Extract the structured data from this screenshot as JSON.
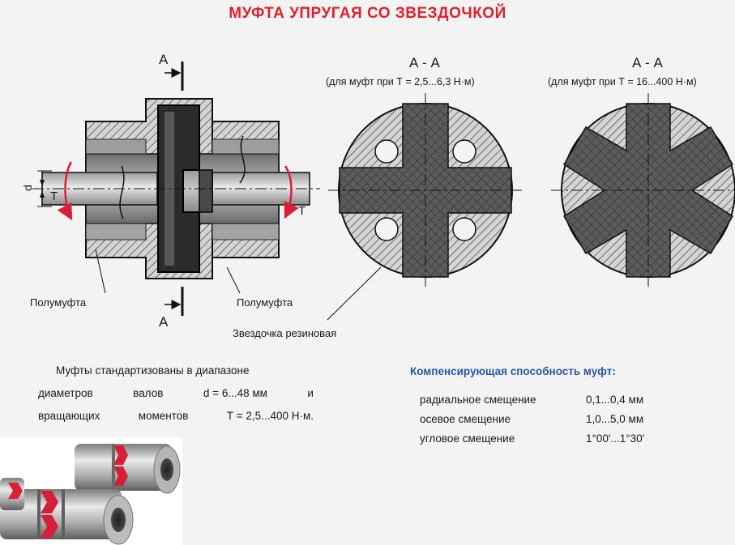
{
  "title": "МУФТА УПРУГАЯ СО ЗВЕЗДОЧКОЙ",
  "section_left": {
    "label": "А - А",
    "note": "(для муфт при Т = 2,5...6,3 Н·м)"
  },
  "section_right": {
    "label": "А - А",
    "note": "(для муфт при Т = 16...400 Н·м)"
  },
  "cut_mark": "А",
  "dim_d": "d",
  "torque": "Т",
  "labels": {
    "half_left": "Полумуфта",
    "half_right": "Полумуфта",
    "spider": "Звездочка резиновая"
  },
  "standard_text": {
    "line1": "Муфты стандартизованы в диапазоне",
    "line2": [
      "диаметров",
      "валов",
      "d = 6...48 мм",
      "и"
    ],
    "line3": [
      "вращающих",
      "моментов",
      "Т = 2,5...400 Н·м."
    ]
  },
  "compensation": {
    "title": "Компенсирующая способность муфт:",
    "rows": [
      {
        "name": "радиальное смещение",
        "value": "0,1...0,4 мм"
      },
      {
        "name": "осевое смещение",
        "value": "1,0...5,0 мм"
      },
      {
        "name": "угловое смещение",
        "value": "1°00′...1°30′"
      }
    ]
  },
  "colors": {
    "title": "#e0202a",
    "compensation_title": "#2a56a8",
    "arrow": "#d81f3c",
    "spider_fill": "#5a5a5a",
    "metal_fill": "#d2d2d2",
    "photo_red": "#d6203a"
  }
}
